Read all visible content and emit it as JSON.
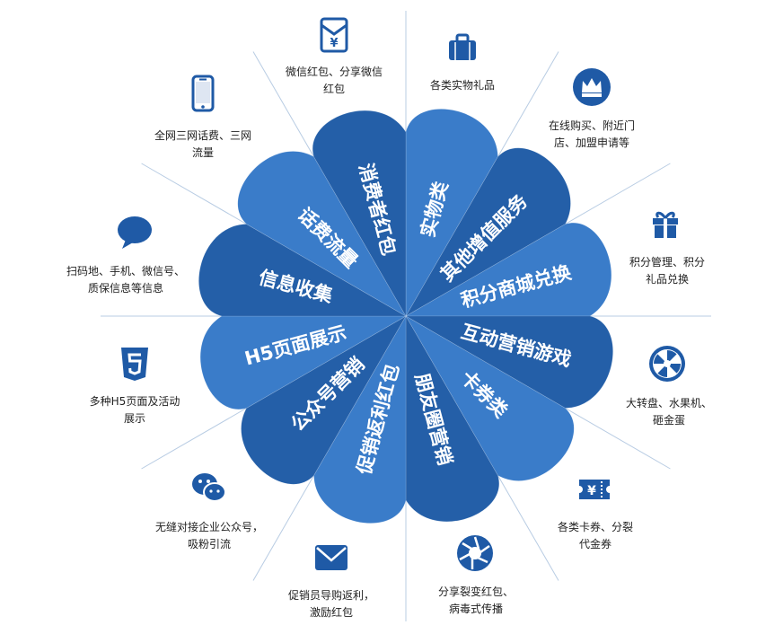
{
  "colors": {
    "segment_dark": "#245fa8",
    "segment_light": "#3a7cc9",
    "icon": "#1f5aa6",
    "text": "#222222",
    "line": "#b8cce3"
  },
  "wheel": {
    "segments": [
      {
        "label": "实物类",
        "icon": "briefcase-icon",
        "desc": "各类实物礼品"
      },
      {
        "label": "其他增值服务",
        "icon": "crown-icon",
        "desc": "在线购买、附近门店、加盟申请等"
      },
      {
        "label": "积分商城兑换",
        "icon": "gift-icon",
        "desc": "积分管理、积分礼品兑换"
      },
      {
        "label": "互动营销游戏",
        "icon": "wheel-icon",
        "desc": "大转盘、水果机、砸金蛋"
      },
      {
        "label": "卡券类",
        "icon": "ticket-icon",
        "desc": "各类卡券、分裂代金券"
      },
      {
        "label": "朋友圈营销",
        "icon": "aperture-icon",
        "desc": "分享裂变红包、病毒式传播"
      },
      {
        "label": "促销返利红包",
        "icon": "envelope-icon",
        "desc": "促销员导购返利，激励红包"
      },
      {
        "label": "公众号营销",
        "icon": "wechat-icon",
        "desc": "无缝对接企业公众号，吸粉引流"
      },
      {
        "label": "H5页面展示",
        "icon": "html5-icon",
        "desc": "多种H5页面及活动展示"
      },
      {
        "label": "信息收集",
        "icon": "chat-bubble-icon",
        "desc": "扫码地、手机、微信号、质保信息等信息"
      },
      {
        "label": "话费流量",
        "icon": "phone-icon",
        "desc": "全网三网话费、三网流量"
      },
      {
        "label": "消费者红包",
        "icon": "red-envelope-icon",
        "desc": "微信红包、分享微信红包"
      }
    ]
  }
}
